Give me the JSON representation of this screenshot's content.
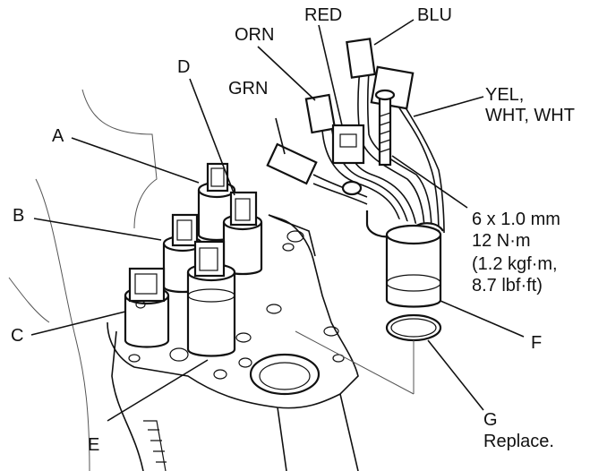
{
  "labels": {
    "A": "A",
    "B": "B",
    "C": "C",
    "D": "D",
    "E": "E",
    "F": "F",
    "G": "G",
    "G_note": "Replace.",
    "GRN": "GRN",
    "ORN": "ORN",
    "RED": "RED",
    "BLU": "BLU",
    "YEL_1": "YEL,",
    "YEL_2": "WHT, WHT",
    "bolt_1": "6 x 1.0 mm",
    "bolt_2": "12 N·m",
    "bolt_3": "(1.2 kgf·m,",
    "bolt_4": "8.7 lbf·ft)"
  }
}
